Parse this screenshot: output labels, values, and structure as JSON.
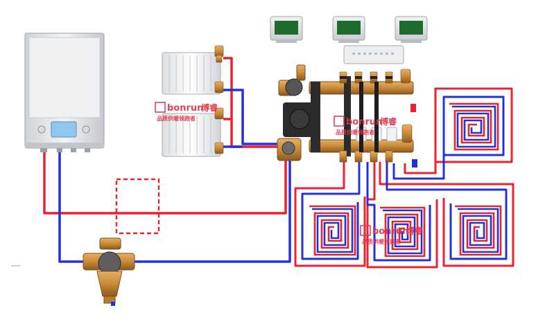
{
  "watermarks": [
    {
      "brand": "bonrun",
      "cn": "博睿",
      "tagline": "品质供暖领跑者"
    },
    {
      "brand": "bonrun",
      "cn": "博睿",
      "tagline": "品质供暖领跑者"
    },
    {
      "brand": "bonrun",
      "cn": "博睿",
      "tagline": "品质供暖领跑者"
    }
  ],
  "colors": {
    "supply": "#e8232f",
    "return": "#2430d8",
    "brass": "#c98a3a",
    "brass_dark": "#8a5a1e",
    "boiler_body": "#e4e7ea",
    "boiler_screen": "#8fc7f0",
    "thermostat_screen": "#1f6b2d",
    "watermark": "#e0334a"
  },
  "icons": [
    "boiler-icon",
    "radiator-icon",
    "thermostat-icon",
    "manifold-icon",
    "pump-icon",
    "dirt-separator-icon",
    "underfloor-loop-icon"
  ]
}
